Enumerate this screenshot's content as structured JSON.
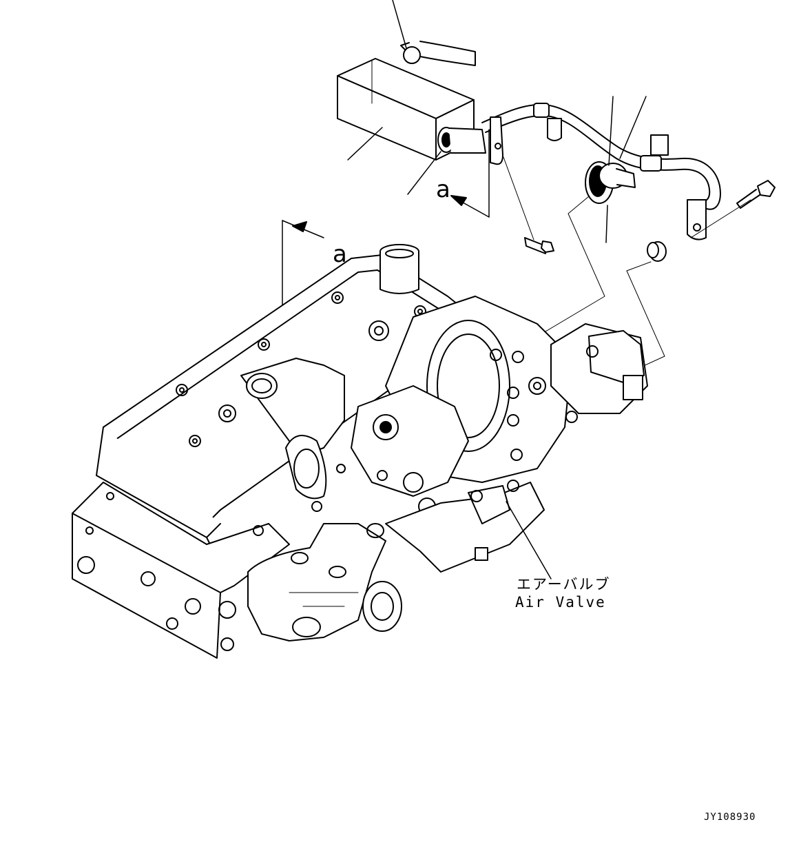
{
  "view_arrows": [
    {
      "id": "upper",
      "letter": "a"
    },
    {
      "id": "lower",
      "letter": "a"
    }
  ],
  "callout": {
    "japanese": "エアーバルブ",
    "english": "Air Valve"
  },
  "drawing_code": "JY108930",
  "colors": {
    "line": "#000000",
    "background": "#ffffff"
  }
}
